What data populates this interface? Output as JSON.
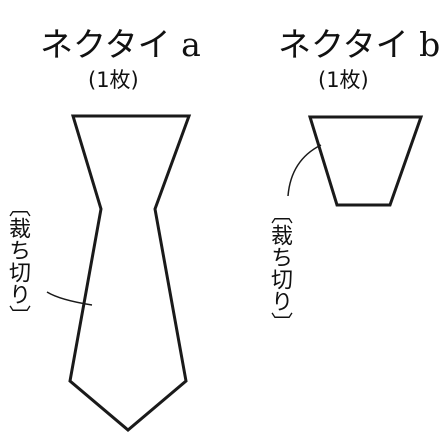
{
  "piece_a": {
    "title": "ネクタイ a",
    "count": "(1枚)",
    "cut_label": "〔裁ち切り〕"
  },
  "piece_b": {
    "title": "ネクタイ b",
    "count": "(1枚)",
    "cut_label": "〔裁ち切り〕"
  },
  "colors": {
    "line": "#1a1a1a",
    "background": "#ffffff"
  }
}
